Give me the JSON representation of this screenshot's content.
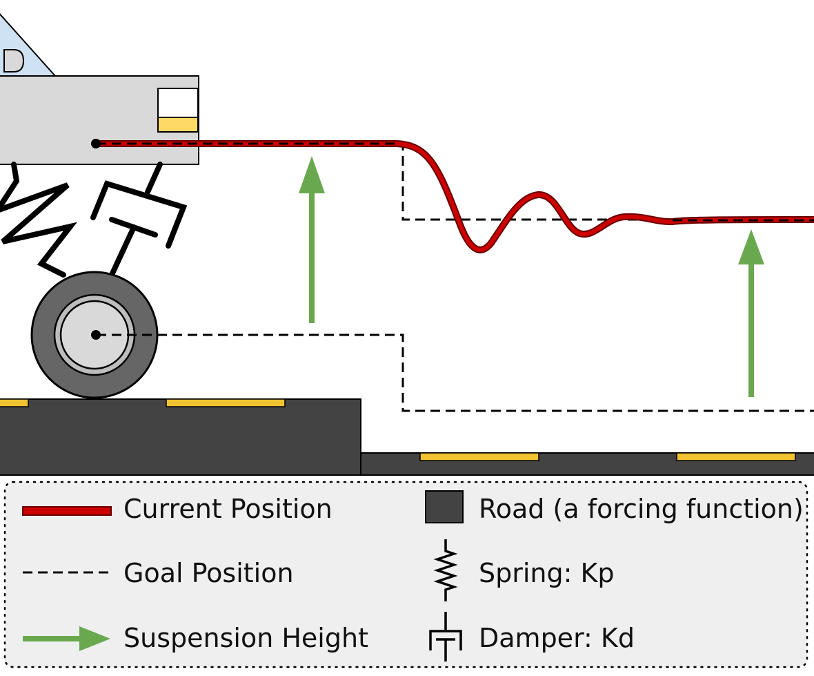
{
  "legend": {
    "current_position": "Current Position",
    "goal_position": "Goal Position",
    "suspension_height": "Suspension Height",
    "road": "Road (a forcing function)",
    "spring": "Spring: Kp",
    "damper": "Damper: Kd"
  },
  "colors": {
    "current_position": "#cc0000",
    "current_position_outline": "#660000",
    "goal_position": "#000000",
    "suspension_arrow": "#6aa84f",
    "road": "#434343",
    "lane_marker": "#f1c232",
    "car_body": "#d9d9d9",
    "windshield": "#cfe2f3",
    "headlight": "#ffd966",
    "tire": "#666666",
    "rim": "#cccccc",
    "legend_bg": "#efefef"
  }
}
